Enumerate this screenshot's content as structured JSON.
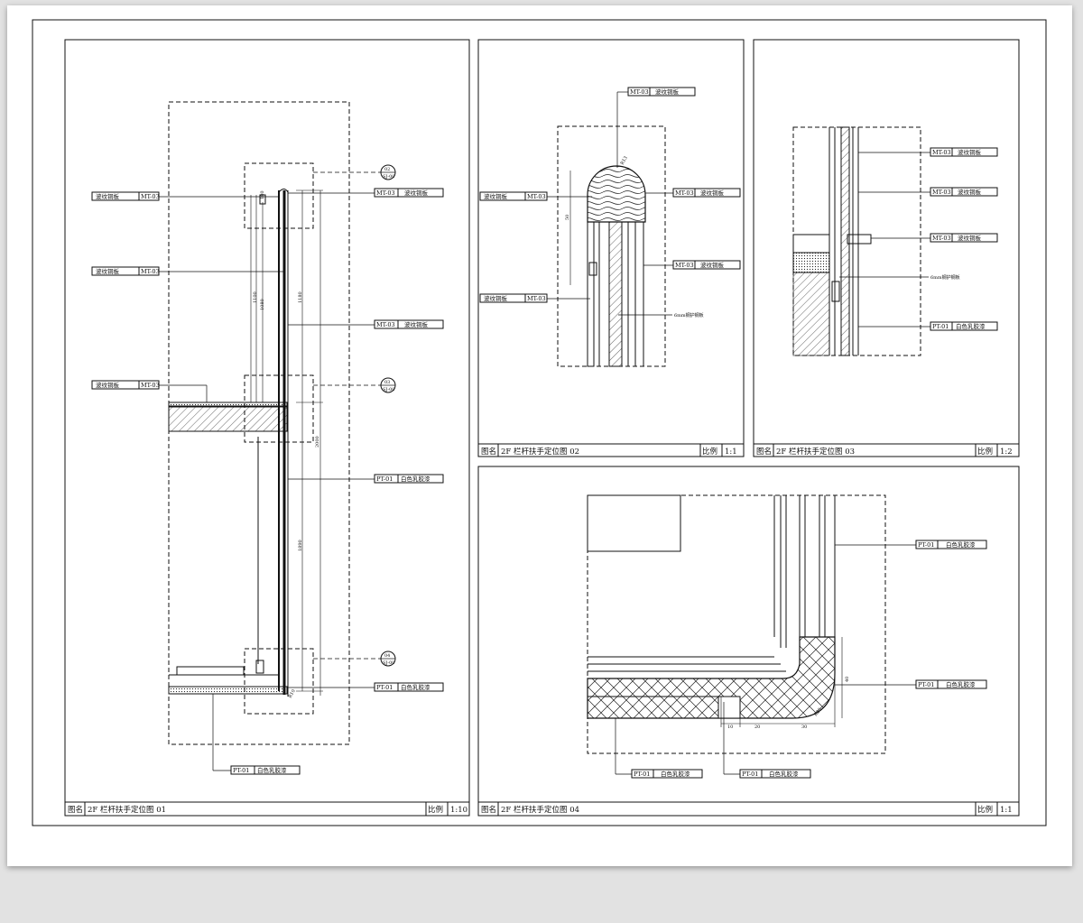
{
  "title_label": "图名",
  "scale_label": "比例",
  "tags": {
    "mt03_code": "MT-03",
    "mt03_desc": "波纹铜板",
    "pt01_code": "PT-01",
    "pt01_desc": "白色乳胶漆",
    "steel_plate_6mm": "6mm钢护钢板"
  },
  "callouts": {
    "c02": {
      "num": "02",
      "ref": "SJ-00"
    },
    "c03": {
      "num": "03",
      "ref": "SJ-00"
    },
    "c04": {
      "num": "04",
      "ref": "SJ-00"
    }
  },
  "panels": [
    {
      "id": "p1",
      "title": "2F 栏杆扶手定位图 01",
      "scale": "1:10"
    },
    {
      "id": "p2",
      "title": "2F 栏杆扶手定位图 02",
      "scale": "1:1"
    },
    {
      "id": "p3",
      "title": "2F 栏杆扶手定位图 03",
      "scale": "1:2"
    },
    {
      "id": "p4",
      "title": "2F 栏杆扶手定位图 04",
      "scale": "1:1"
    }
  ],
  "dims": {
    "p1_1100": "1100",
    "p1_1080": "1080",
    "p1_1180": "1180",
    "p1_2000": "2000",
    "p1_1890": "1890",
    "p1_180": "180",
    "p1_r10": "R10",
    "p2_r13": "R13",
    "p2_50": "50",
    "p4_10": "10",
    "p4_20": "20",
    "p4_30": "30",
    "p4_40": "40",
    "p4_r25": "R25"
  }
}
